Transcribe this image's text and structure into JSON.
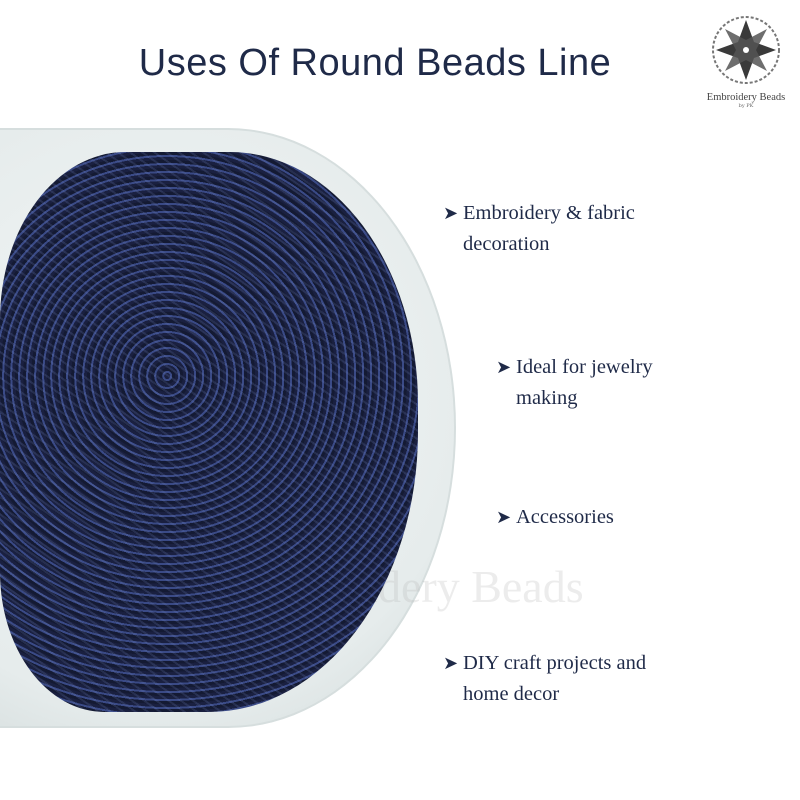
{
  "title": "Uses Of Round Beads Line",
  "logo": {
    "name": "Embroidery Beads",
    "sub": "by PK"
  },
  "watermark": "Embroidery Beads",
  "uses": [
    {
      "line1": "Embroidery & fabric",
      "line2": "decoration"
    },
    {
      "line1": "Ideal for jewelry",
      "line2": "making"
    },
    {
      "line1": "Accessories",
      "line2": ""
    },
    {
      "line1": "DIY craft projects and",
      "line2": "home decor"
    }
  ],
  "colors": {
    "text": "#1f2a48",
    "beads": "#1a2142"
  }
}
